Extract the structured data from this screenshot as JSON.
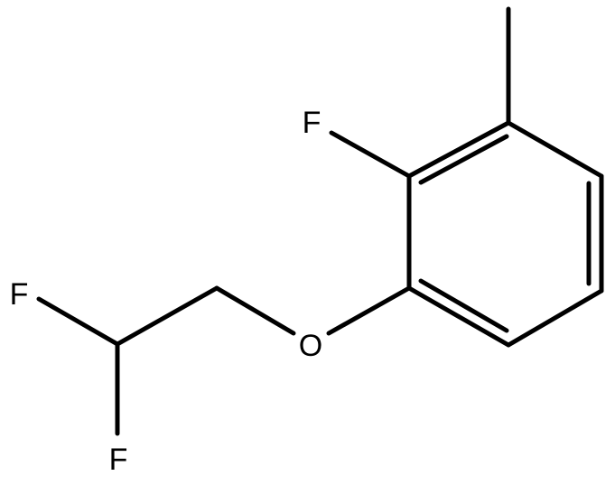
{
  "molecule": {
    "atoms": {
      "fluorine_ring": "F",
      "oxygen": "O",
      "fluorine_chain_top": "F",
      "fluorine_chain_bottom": "F"
    },
    "colors": {
      "bond": "#000000",
      "label": "#000000",
      "background": "#ffffff"
    }
  }
}
